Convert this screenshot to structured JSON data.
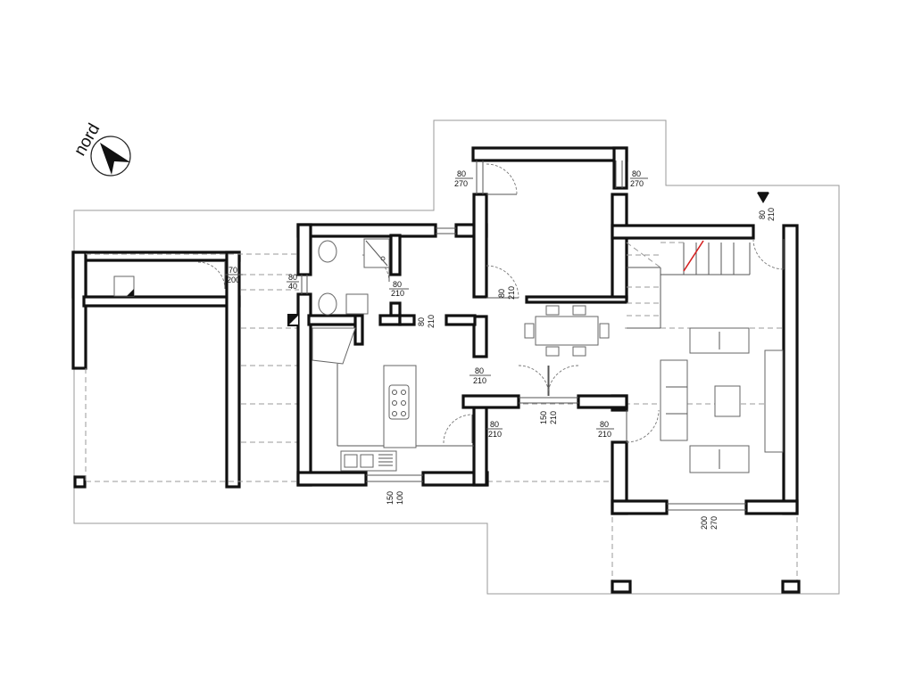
{
  "compass": {
    "label": "nord"
  },
  "dimensions": [
    {
      "id": "d-top-left",
      "top": "80",
      "bottom": "270"
    },
    {
      "id": "d-top-right",
      "top": "80",
      "bottom": "270"
    },
    {
      "id": "d-entry-right",
      "top": "80",
      "bottom": "210"
    },
    {
      "id": "d-garage-door",
      "top": "70",
      "bottom": "200"
    },
    {
      "id": "d-bath-window",
      "top": "80",
      "bottom": "40"
    },
    {
      "id": "d-bath-door",
      "top": "80",
      "bottom": "210"
    },
    {
      "id": "d-kitchen-door-a",
      "top": "80",
      "bottom": "210"
    },
    {
      "id": "d-stair-door",
      "top": "80",
      "bottom": "210"
    },
    {
      "id": "d-kitchen-door-b",
      "top": "80",
      "bottom": "210"
    },
    {
      "id": "d-hall-door",
      "top": "80",
      "bottom": "210"
    },
    {
      "id": "d-french-door",
      "top": "150",
      "bottom": "210"
    },
    {
      "id": "d-living-door",
      "top": "80",
      "bottom": "210"
    },
    {
      "id": "d-kitchen-window",
      "top": "150",
      "bottom": "100"
    },
    {
      "id": "d-living-window",
      "top": "200",
      "bottom": "270"
    }
  ],
  "colors": {
    "walls": "#111111",
    "outline": "#9a9a9a",
    "stair_arrow": "#d42020"
  }
}
